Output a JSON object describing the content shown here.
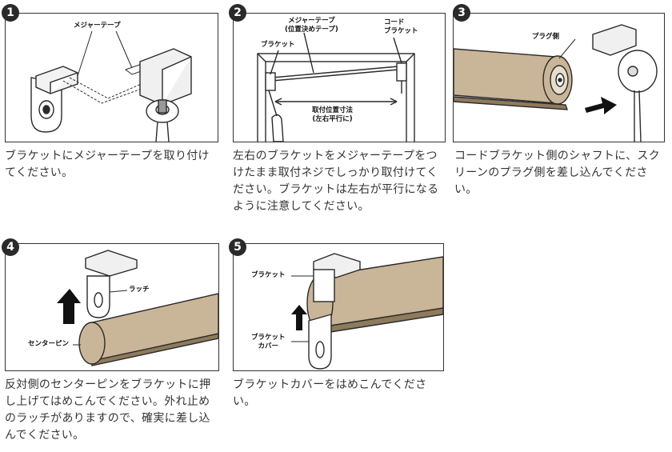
{
  "steps": [
    {
      "number": "1",
      "labels": {
        "measure_tape": "メジャーテープ"
      },
      "caption": "ブラケットにメジャーテープを取り付けてください。"
    },
    {
      "number": "2",
      "labels": {
        "measure_tape_line1": "メジャーテープ",
        "measure_tape_line2": "(位置決めテープ)",
        "bracket": "ブラケット",
        "cord_bracket_line1": "コード",
        "cord_bracket_line2": "ブラケット",
        "mount_dim_line1": "取付位置寸法",
        "mount_dim_line2": "(左右平行に)"
      },
      "caption": "左右のブラケットをメジャーテープをつけたまま取付ネジでしっかり取付けてください。ブラケットは左右が平行になるように注意してください。"
    },
    {
      "number": "3",
      "labels": {
        "plug_side": "プラグ側"
      },
      "caption": "コードブラケット側のシャフトに、スクリーンのプラグ側を差し込んでください。"
    },
    {
      "number": "4",
      "labels": {
        "latch": "ラッチ",
        "center_pin": "センターピン"
      },
      "caption": "反対側のセンターピンをブラケットに押し上げてはめこんでください。外れ止めのラッチがありますので、確実に差し込んでください。"
    },
    {
      "number": "5",
      "labels": {
        "bracket": "ブラケット",
        "bracket_cover_line1": "ブラケット",
        "bracket_cover_line2": "カバー"
      },
      "caption": "ブラケットカバーをはめこんでください。"
    }
  ],
  "colors": {
    "fabric": "#c9b597",
    "fabric_dark": "#8e7a5c",
    "line": "#2a2a2a",
    "badge": "#2a2a2a"
  }
}
